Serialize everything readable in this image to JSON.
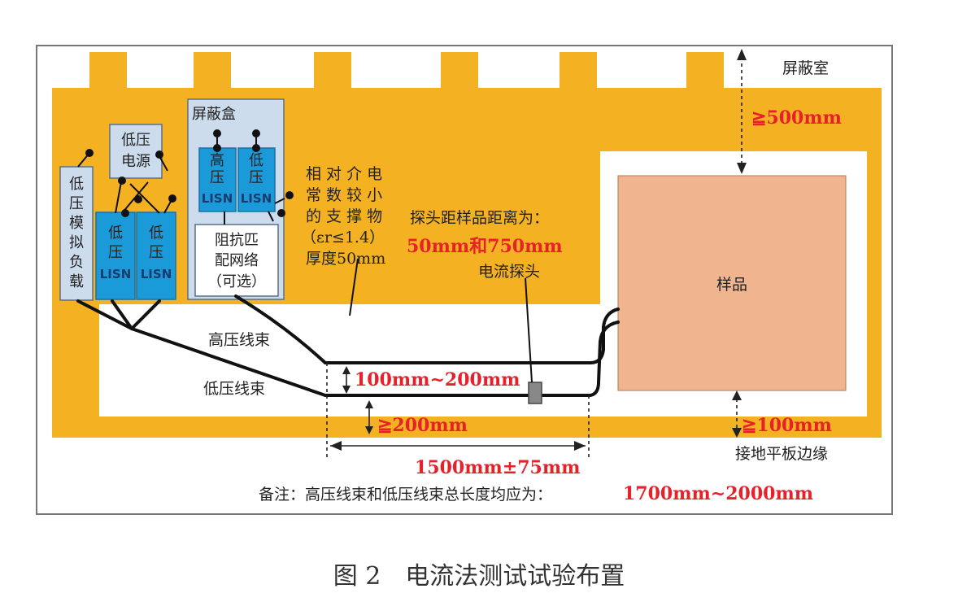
{
  "labels": {
    "shield_room": "屏蔽室",
    "dist_500": "≧500mm",
    "shield_box": "屏蔽盒",
    "lv_power_1": "低压",
    "lv_power_2": "电源",
    "lv_load": [
      "低",
      "压",
      "模",
      "拟",
      "负",
      "载"
    ],
    "lisn_lv_a": [
      "低",
      "压",
      "LISN"
    ],
    "lisn_lv_b": [
      "低",
      "压",
      "LISN"
    ],
    "lisn_hv_a": [
      "高",
      "压",
      "LISN"
    ],
    "lisn_hv_b": [
      "低",
      "压",
      "LISN"
    ],
    "impedance_1": "阻抗匹",
    "impedance_2": "配网络",
    "impedance_3": "（可选）",
    "dielectric_1": "相 对 介 电",
    "dielectric_2": "常 数 较 小",
    "dielectric_3": "的 支 撑 物",
    "dielectric_4": "（εr≤1.4）",
    "dielectric_5": "厚度50mm",
    "probe_dist_text": "探头距样品距离为：",
    "probe_dist_val": "50mm和750mm",
    "current_probe": "电流探头",
    "sample": "样品",
    "hv_harness": "高压线束",
    "lv_harness": "低压线束",
    "dist_100_200": "100mm~200mm",
    "dist_200": "≧200mm",
    "dist_100": "≧100mm",
    "ground_edge": "接地平板边缘",
    "length_1500": "1500mm±75mm",
    "note_prefix": "备注：高压线束和低压线束总长度均应为：",
    "note_value": "1700mm~2000mm",
    "caption": "图 2　电流法测试试验布置"
  },
  "colors": {
    "ground_plane": "#f4b223",
    "sample": "#f0b48e",
    "lisn_blue": "#1a9ad8",
    "box_light": "#cddced",
    "box_border": "#5a6f8a",
    "red_text": "#e8202a"
  }
}
